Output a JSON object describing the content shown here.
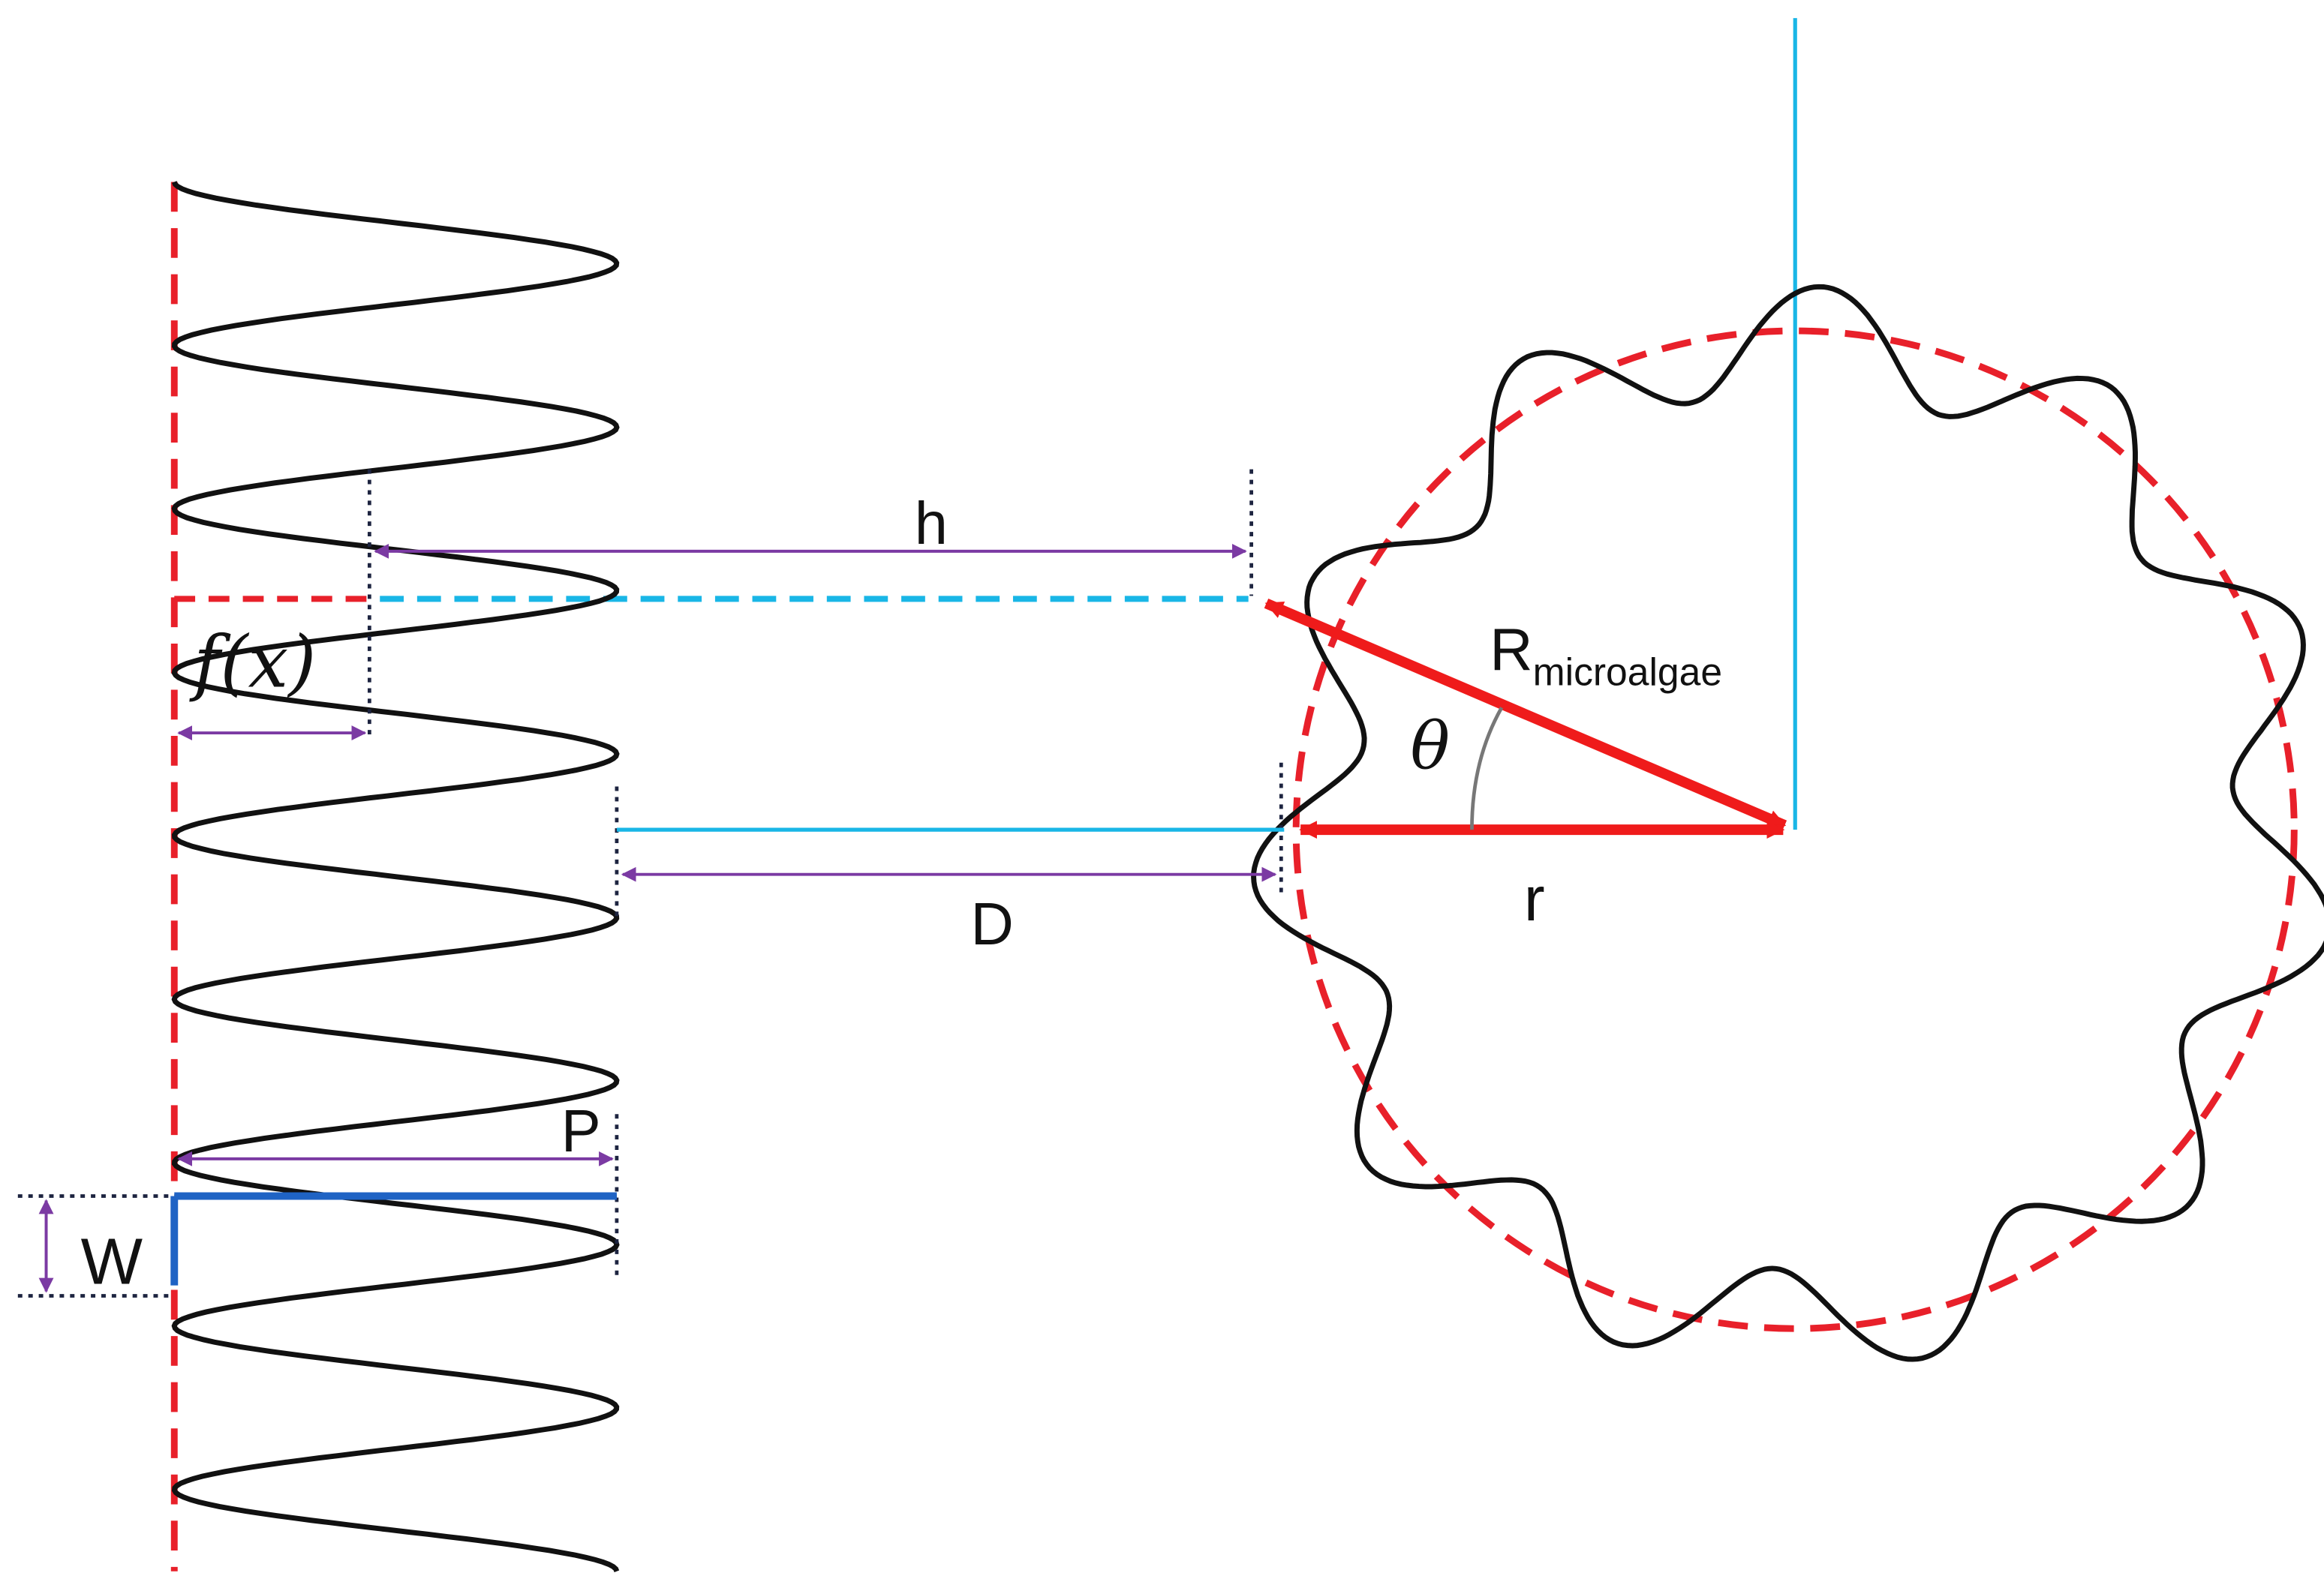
{
  "labels": {
    "h": "h",
    "fx": "f(x)",
    "R": "R",
    "R_sub": "microalgae",
    "theta": "θ",
    "r": "r",
    "D": "D",
    "P": "P",
    "W": "W"
  },
  "colors": {
    "surface_curve": "#111111",
    "reference_line": "#e8202a",
    "radius_arrow": "#ef1b1b",
    "dimension_arrow": "#7b3aa3",
    "cyan_line": "#19b6e6",
    "blue_box": "#1f63c4",
    "guide_dots": "#1d2440",
    "angle_arc": "#777777"
  },
  "shape": {
    "wavy_surface_peaks": 8,
    "microalgae_lobes": 11
  }
}
